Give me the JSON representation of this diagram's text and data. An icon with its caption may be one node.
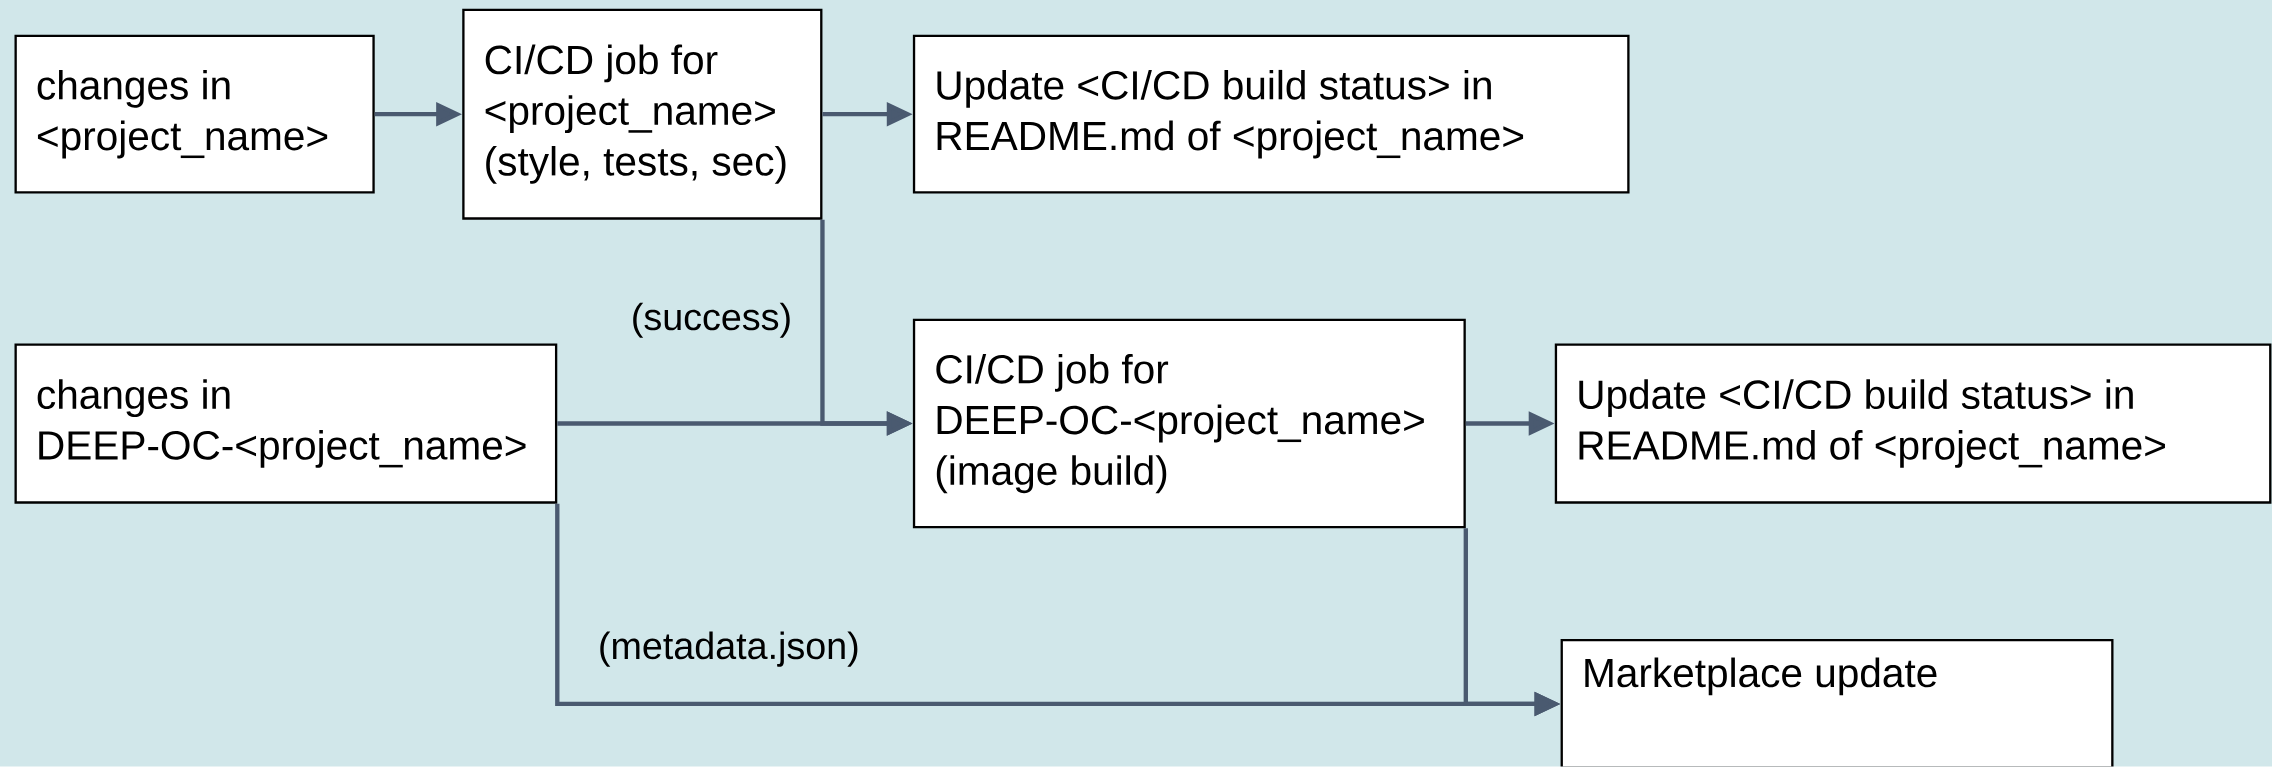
{
  "diagram": {
    "nodes": [
      {
        "text": [
          "changes in <project_name>"
        ]
      },
      {
        "text": [
          "CI/CD job for <project_name> (style, tests, sec)"
        ]
      },
      {
        "text": [
          "Update <CI/CD build status> in README.md of <project_name>"
        ]
      },
      {
        "text": [
          "changes in DEEP-OC-<project_name>"
        ]
      },
      {
        "text": [
          "CI/CD job for DEEP-OC-<project_name> (image build)"
        ]
      },
      {
        "text": [
          "Update <CI/CD build status> in README.md of <project_name>"
        ]
      },
      {
        "text": [
          "Marketplace update"
        ]
      }
    ],
    "edges": [
      {
        "from": 0,
        "to": 1,
        "arrow": "to"
      },
      {
        "from": 1,
        "to": 2,
        "arrow": "to"
      },
      {
        "from": 1,
        "to": 4,
        "arrow": "to",
        "label": "(success)"
      },
      {
        "from": 3,
        "to": 4,
        "arrow": "to"
      },
      {
        "from": 4,
        "to": 5,
        "arrow": "to"
      },
      {
        "from": 3,
        "to": 6,
        "arrow": "to",
        "label": "(metadata.json)"
      },
      {
        "from": 4,
        "to": 6,
        "arrow": "to"
      }
    ]
  }
}
